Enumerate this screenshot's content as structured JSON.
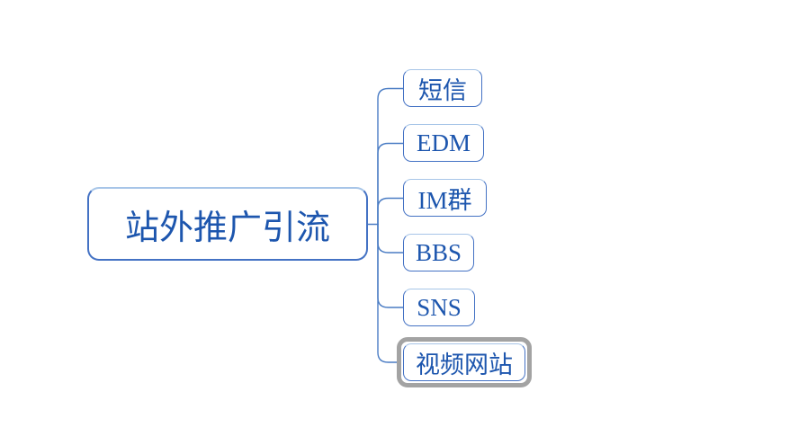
{
  "diagram": {
    "type": "mindmap",
    "root": {
      "label": "站外推广引流"
    },
    "children": [
      {
        "label": "短信",
        "selected": false
      },
      {
        "label": "EDM",
        "selected": false
      },
      {
        "label": "IM群",
        "selected": false
      },
      {
        "label": "BBS",
        "selected": false
      },
      {
        "label": "SNS",
        "selected": false
      },
      {
        "label": "视频网站",
        "selected": true
      }
    ],
    "colors": {
      "background": "#ffffff",
      "node_border": "#4472c4",
      "node_border_top": "#a7c5e8",
      "text": "#1d56ae",
      "connector": "#4a7cc4",
      "selection_border": "#a3a3a3"
    }
  }
}
